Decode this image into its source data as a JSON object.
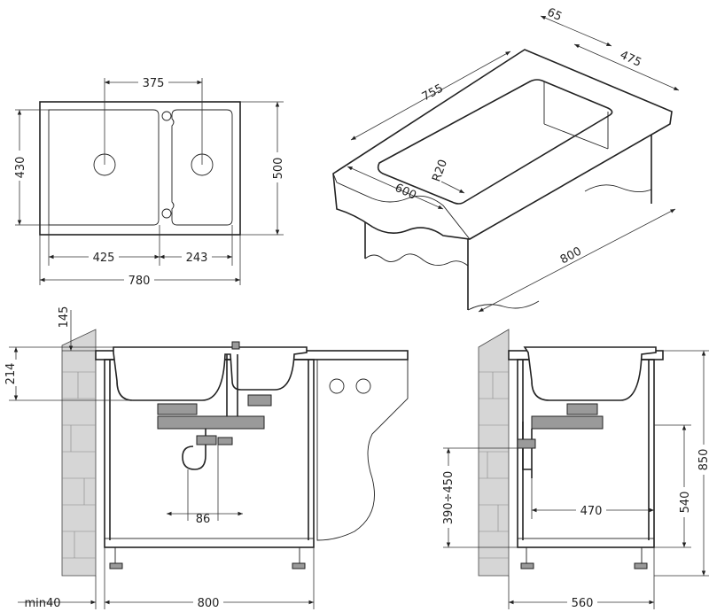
{
  "top_view": {
    "dim_375": "375",
    "dim_430": "430",
    "dim_500": "500",
    "dim_425": "425",
    "dim_243": "243",
    "dim_780": "780"
  },
  "iso_view": {
    "dim_65": "65",
    "dim_475": "475",
    "dim_755": "755",
    "dim_r20": "R20",
    "dim_600": "600",
    "dim_800": "800"
  },
  "front_view": {
    "dim_145": "145",
    "dim_214": "214",
    "dim_86": "86",
    "dim_min40": "min40",
    "dim_800": "800"
  },
  "side_view": {
    "dim_390_450": "390÷450",
    "dim_470": "470",
    "dim_540": "540",
    "dim_850": "850",
    "dim_560": "560"
  }
}
